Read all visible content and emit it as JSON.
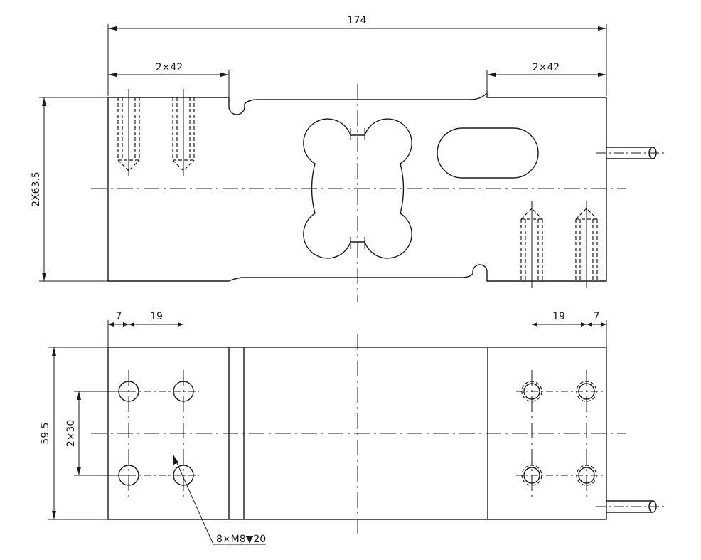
{
  "top_view": {
    "overall_length": "174",
    "left_hole_spacing": "2×42",
    "right_hole_spacing": "2×42",
    "height_dimension": "2X63.5"
  },
  "bottom_view": {
    "left_edge_offset": "7",
    "left_hole_pitch": "19",
    "right_hole_pitch": "19",
    "right_edge_offset": "7",
    "width_dimension": "59.5",
    "vertical_hole_pitch": "2×30",
    "thread_callout": "8×M8▼20"
  }
}
